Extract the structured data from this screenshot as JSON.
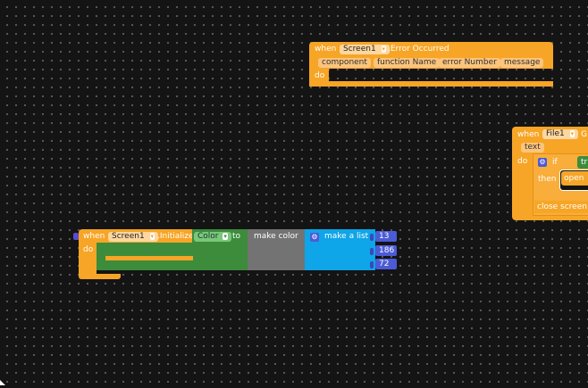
{
  "error_block": {
    "when": "when",
    "component": "Screen1",
    "event": ".Error Occurred",
    "params": [
      "component",
      "function Name",
      "error Number",
      "message"
    ],
    "do": "do"
  },
  "file_block": {
    "when": "when",
    "component": "File1",
    "event_partial": "G",
    "param": "text",
    "do": "do",
    "if": "if",
    "cond_partial": "tr",
    "then": "then",
    "open_partial": "open",
    "close": "close screen"
  },
  "init_block": {
    "when": "when",
    "component": "Screen1",
    "event": ".Initialize",
    "do": "do"
  },
  "set_block": {
    "property": "Color",
    "to": "to"
  },
  "make_color": {
    "label": "make color"
  },
  "make_list": {
    "label": "make a list",
    "values": [
      "13",
      "186",
      "72"
    ]
  },
  "colors": {
    "event": "#f7a526",
    "setter": "#3c8c3c",
    "color": "#737373",
    "list": "#0ea5e9",
    "number": "#4b5bd6",
    "background": "#141414"
  },
  "icons": {
    "dropdown": "chevron-down-icon",
    "mutator": "gear-icon"
  }
}
